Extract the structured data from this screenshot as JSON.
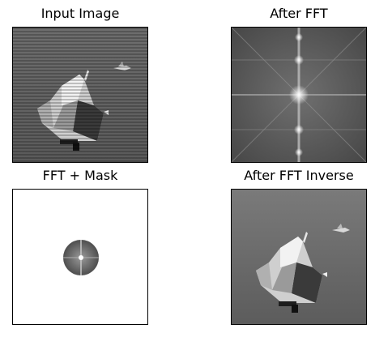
{
  "panels": [
    {
      "title": "Input Image"
    },
    {
      "title": "After FFT"
    },
    {
      "title": "FFT + Mask"
    },
    {
      "title": "After FFT Inverse"
    }
  ]
}
